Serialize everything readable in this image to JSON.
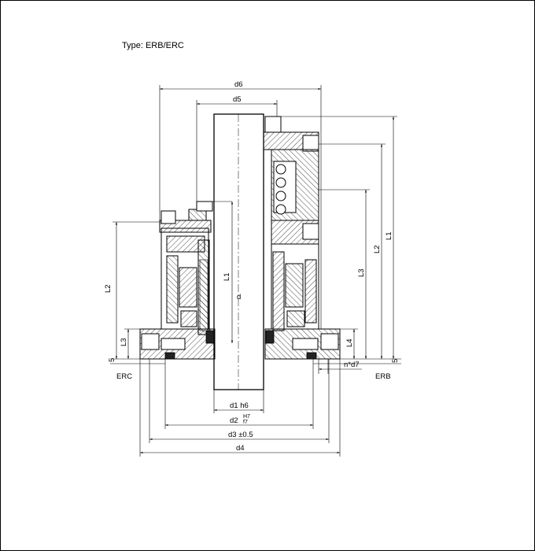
{
  "title": "Type: ERB/ERC",
  "labels": {
    "erc": "ERC",
    "erb": "ERB",
    "d": "d",
    "d1": "d1  h6",
    "d2": "d2",
    "d2_tol_top": "H7",
    "d2_tol_bottom": "f7",
    "d3": "d3  ±0.5",
    "d4": "d4",
    "d5": "d5",
    "d6": "d6",
    "nd7": "n*d7",
    "L1_left": "L1",
    "L2_left": "L2",
    "L3_left": "L3",
    "five_left": "5",
    "L1_right": "L1",
    "L2_right": "L2",
    "L3_right": "L3",
    "L4_right": "L4",
    "five_right": "5"
  }
}
